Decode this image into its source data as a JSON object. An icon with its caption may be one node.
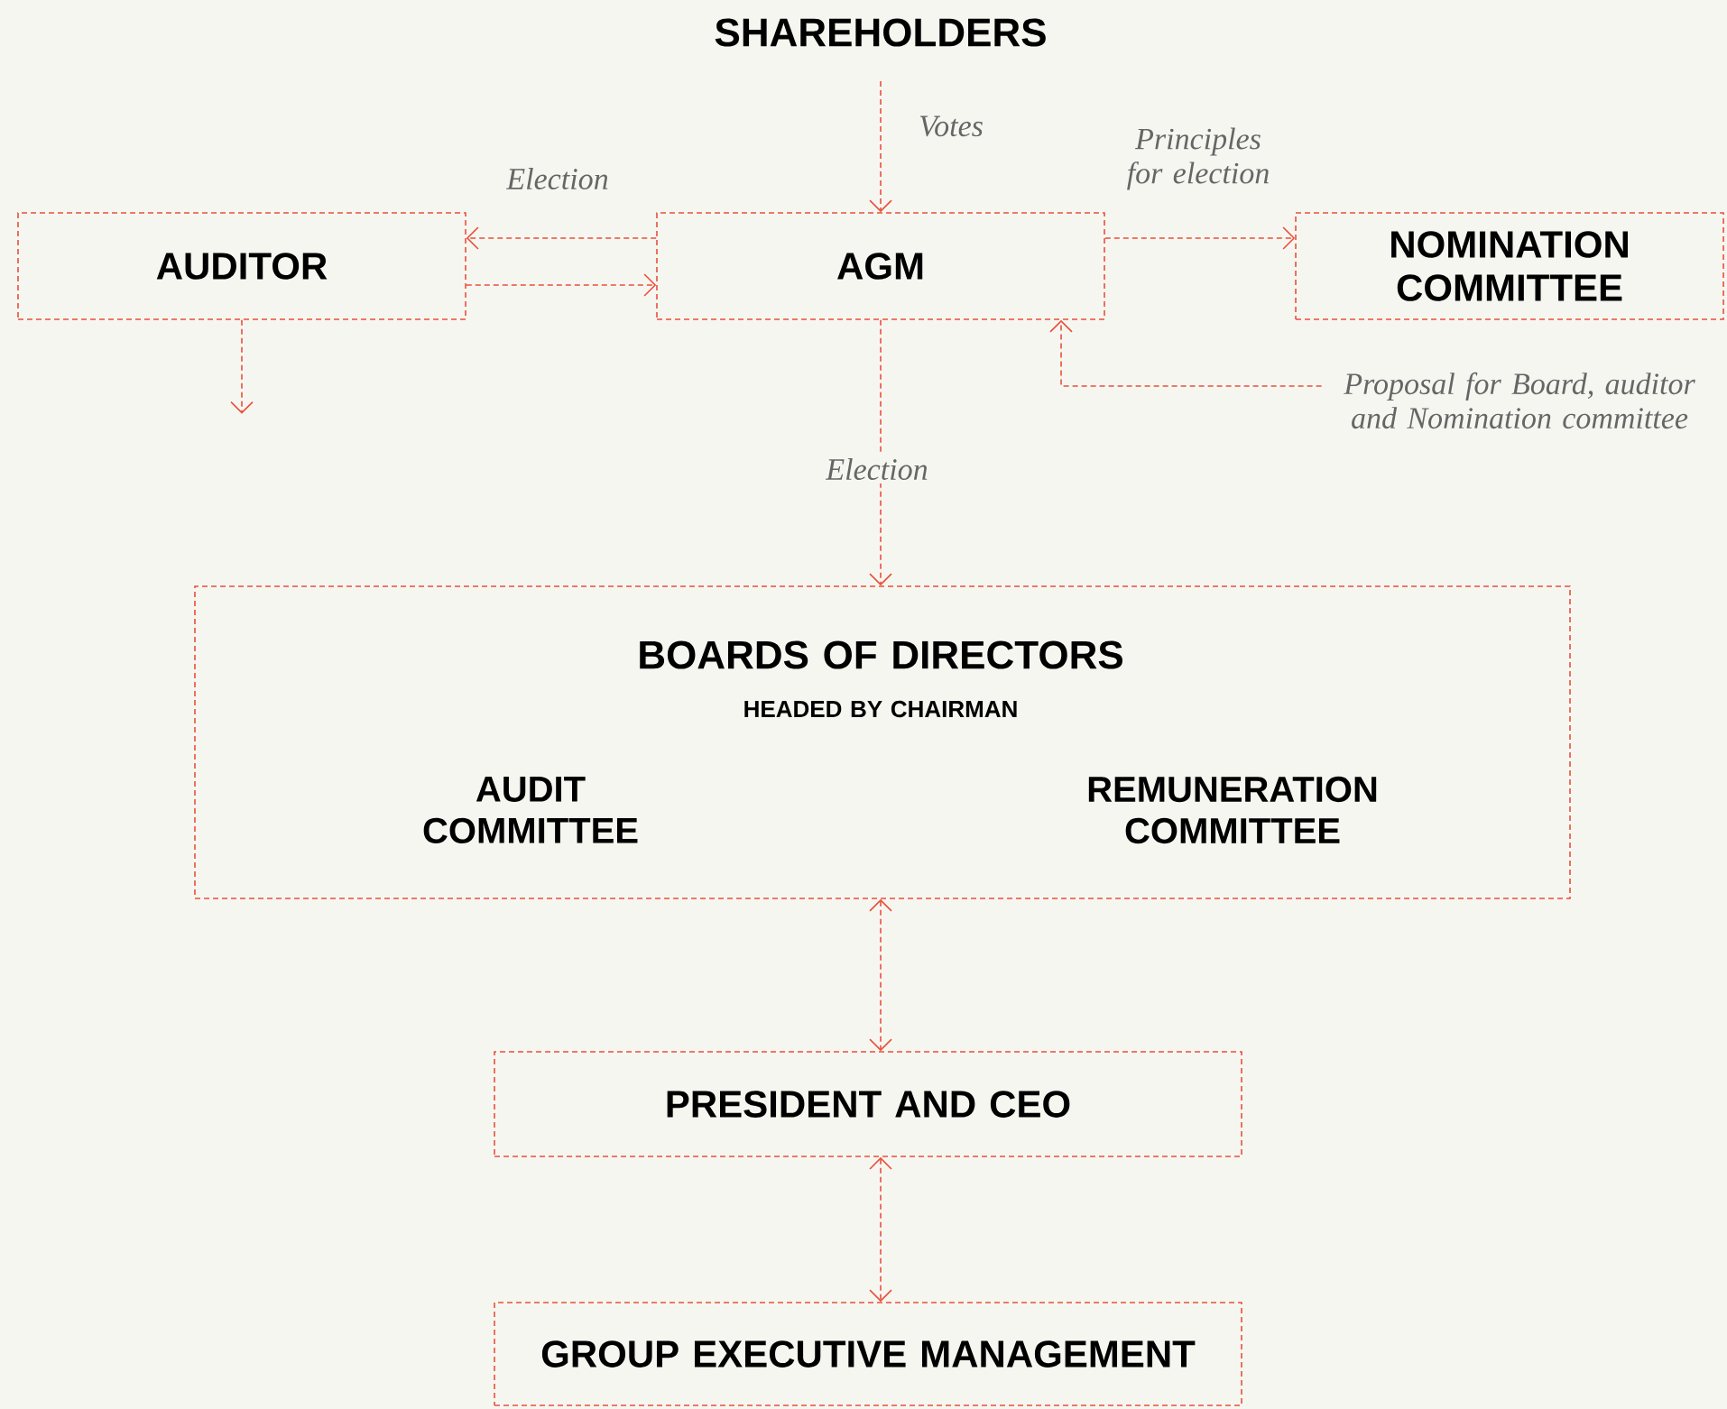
{
  "diagram": {
    "nodes": [
      {
        "text": [
          "SHAREHOLDERS"
        ]
      },
      {
        "text": [
          "AUDITOR"
        ]
      },
      {
        "text": [
          "AGM"
        ]
      },
      {
        "text": [
          "NOMINATION COMMITTEE"
        ]
      },
      {
        "text": [
          "Proposal for Board, auditor and Nomination committee"
        ]
      },
      {
        "text": [
          "BOARDS OF DIRECTORS",
          "HEADED BY CHAIRMAN",
          "AUDIT COMMITTEE",
          "REMUNERATION COMMITTEE"
        ]
      },
      {
        "text": [
          "PRESIDENT AND CEO"
        ]
      },
      {
        "text": [
          "GROUP EXECUTIVE MANAGEMENT"
        ]
      }
    ],
    "edges": [
      {
        "from": 0,
        "to": 2,
        "arrow": "to",
        "label": "Votes"
      },
      {
        "from": 2,
        "to": 1,
        "arrow": "to",
        "label": "Election"
      },
      {
        "from": 1,
        "to": 2,
        "arrow": "to"
      },
      {
        "from": 2,
        "to": 3,
        "arrow": "to",
        "label": "Principles for election"
      },
      {
        "from": 4,
        "to": 2,
        "arrow": "to"
      },
      {
        "from": 1,
        "to": null,
        "arrow": "to"
      },
      {
        "from": 2,
        "to": 5,
        "arrow": "to",
        "label": "Election"
      },
      {
        "from": 5,
        "to": 6,
        "arrow": "both"
      },
      {
        "from": 6,
        "to": 7,
        "arrow": "both"
      }
    ]
  }
}
